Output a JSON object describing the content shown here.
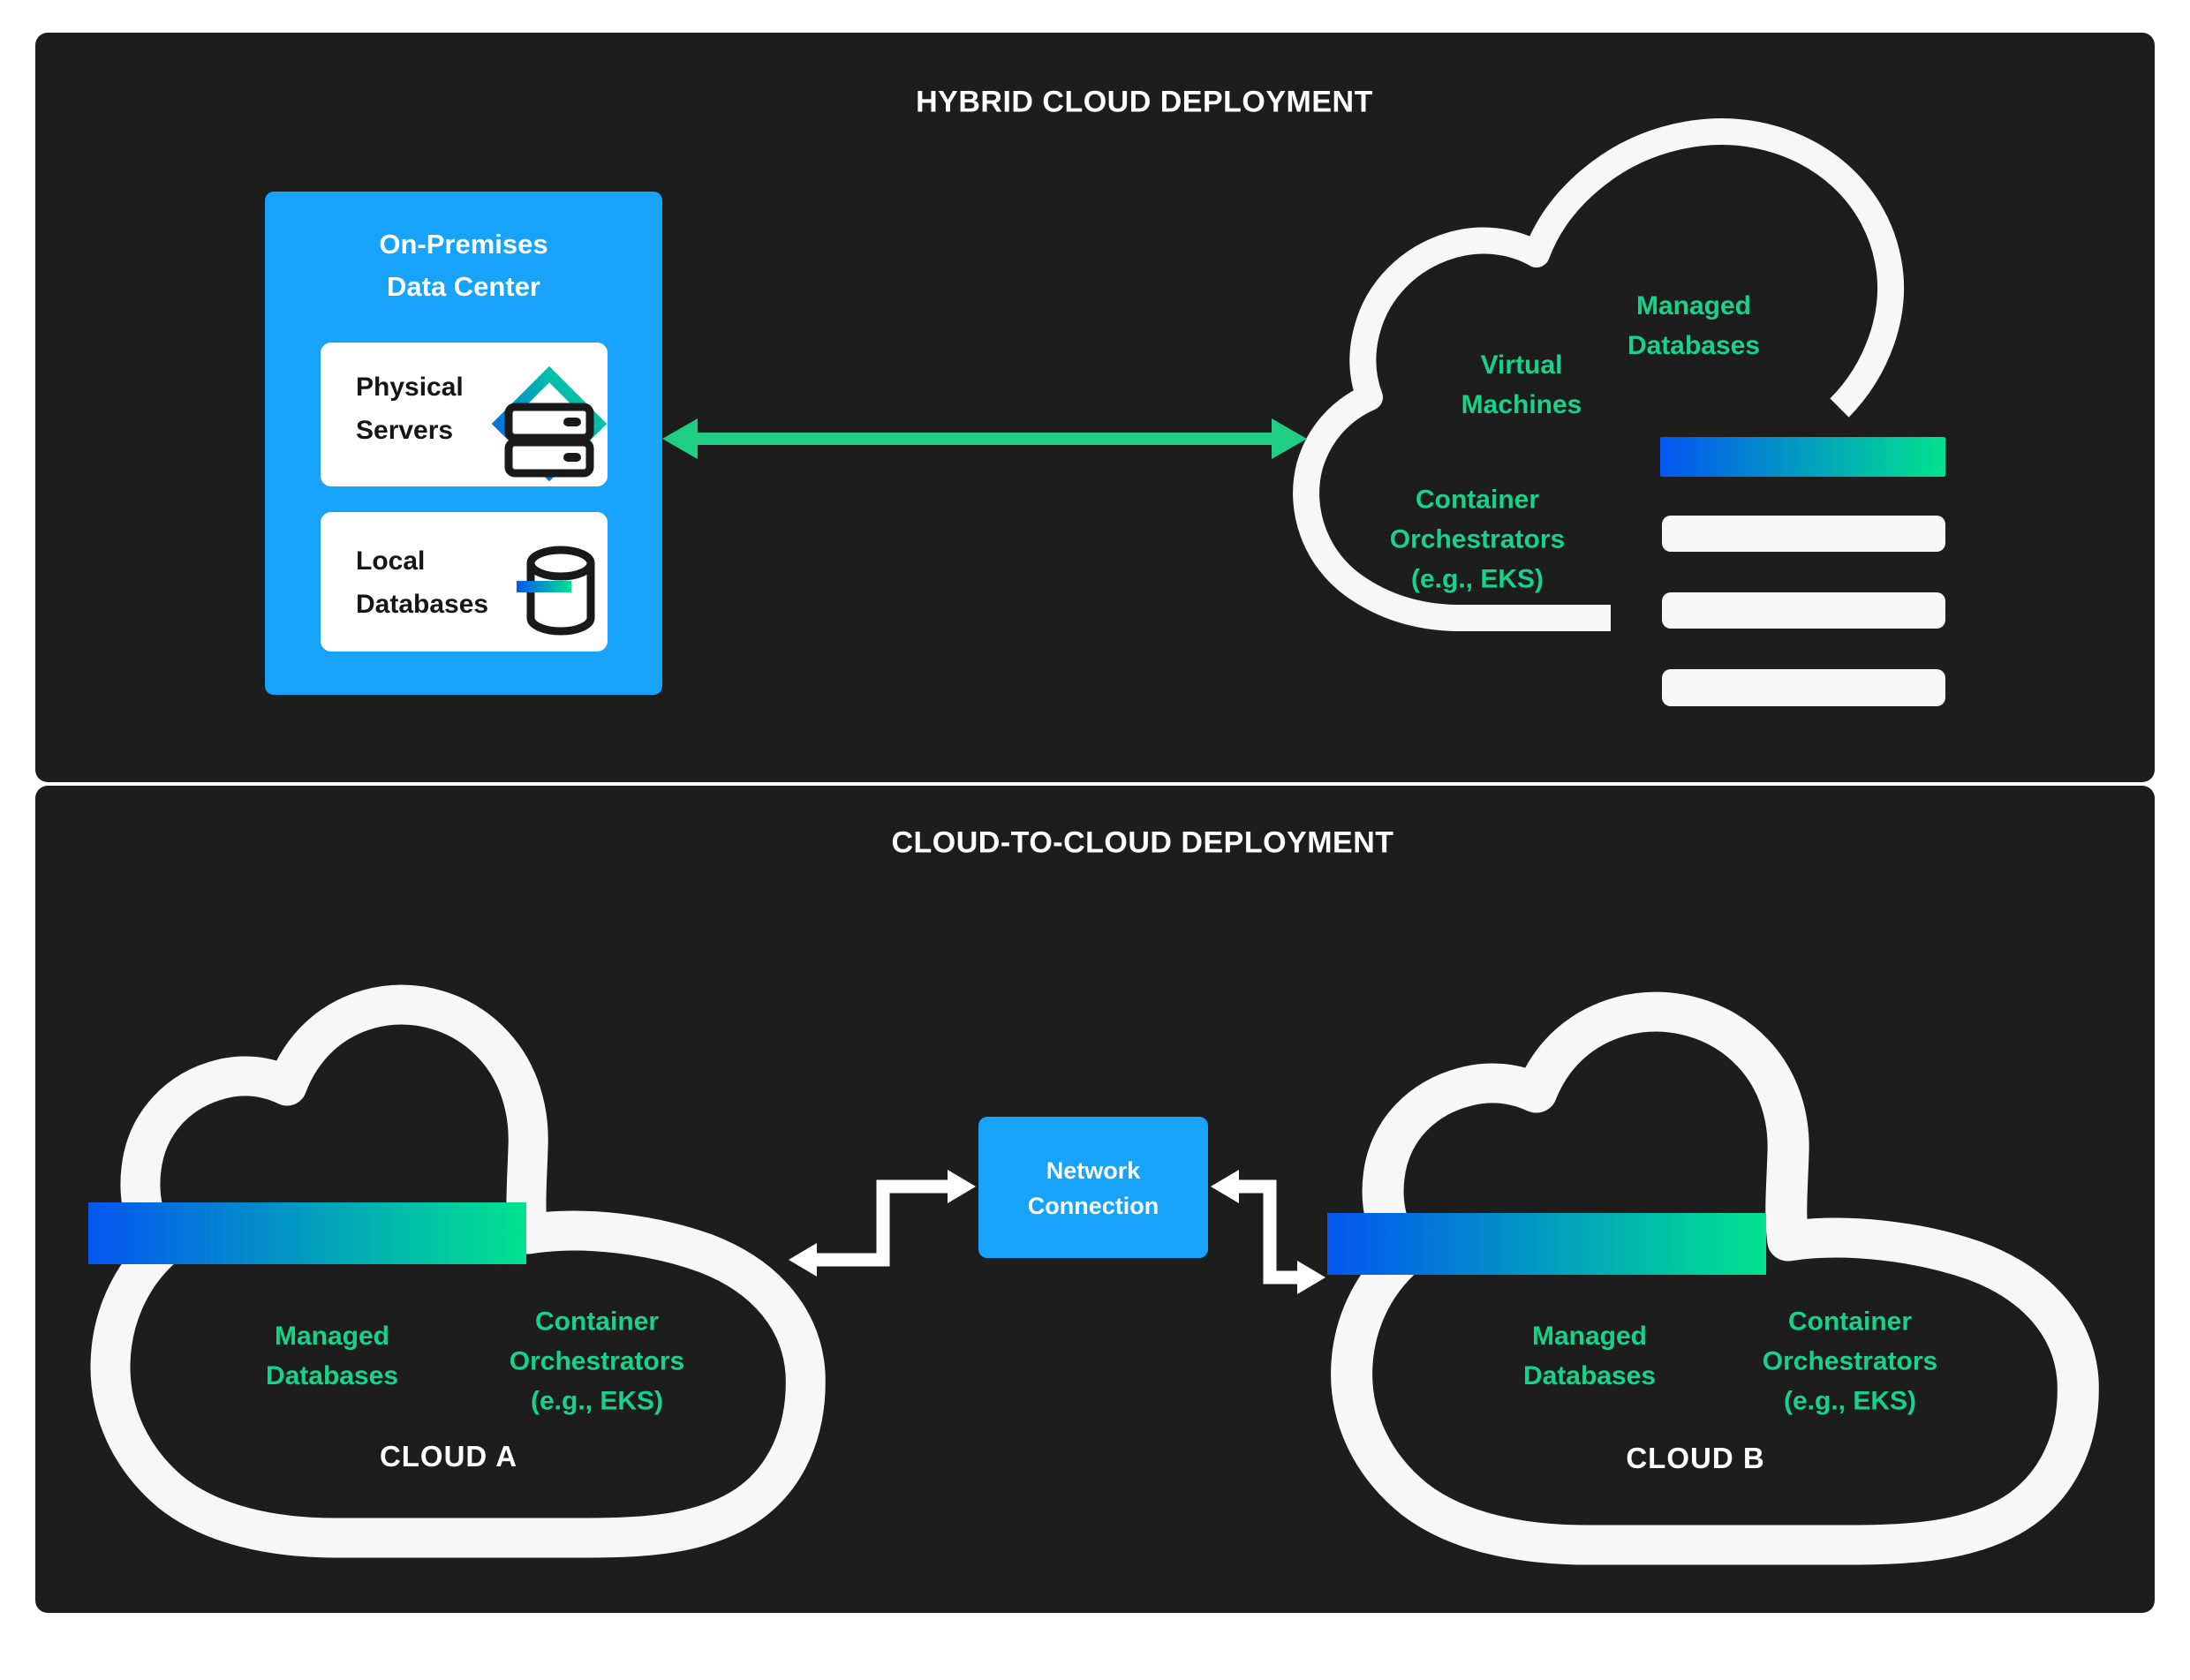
{
  "colors": {
    "panel_background": "#1e1d1d",
    "page_background": "#ffffff",
    "accent_blue": "#16a3f9",
    "accent_green_text": "#17d28a",
    "arrow_green": "#1fce82",
    "gradient_start_blue": "#0556f2",
    "gradient_end_green": "#00e38e",
    "cloud_stroke_white": "#f7f7f7"
  },
  "hybrid": {
    "title": "HYBRID CLOUD DEPLOYMENT",
    "onprem": {
      "title": "On-Premises\nData Center",
      "cards": [
        {
          "label": "Physical\nServers",
          "icon": "server-rack-icon"
        },
        {
          "label": "Local\nDatabases",
          "icon": "database-icon"
        }
      ]
    },
    "cloud": {
      "virtual_machines": "Virtual\nMachines",
      "managed_databases": "Managed\nDatabases",
      "container_orchestrators": "Container\nOrchestrators\n(e.g., EKS)"
    }
  },
  "cloud_to_cloud": {
    "title": "CLOUD-TO-CLOUD DEPLOYMENT",
    "network_box": {
      "label": "Network\nConnection"
    },
    "cloud_a": {
      "name": "CLOUD A",
      "managed_databases": "Managed\nDatabases",
      "container_orchestrators": "Container\nOrchestrators\n(e.g., EKS)"
    },
    "cloud_b": {
      "name": "CLOUD B",
      "managed_databases": "Managed\nDatabases",
      "container_orchestrators": "Container\nOrchestrators\n(e.g., EKS)"
    }
  }
}
